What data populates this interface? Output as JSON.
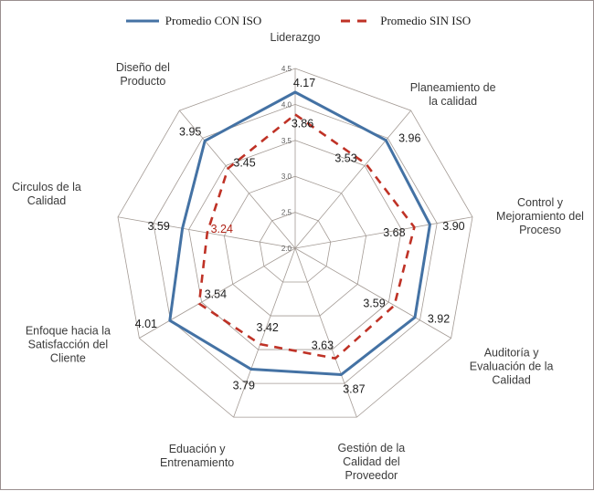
{
  "legend": {
    "entries": [
      {
        "label": "Promedio CON ISO",
        "style": "solid",
        "color": "#4472a4"
      },
      {
        "label": "Promedio SIN ISO",
        "style": "dashed",
        "color": "#bf3226"
      }
    ]
  },
  "axis_ticks": [
    "2.0",
    "2.5",
    "3.0",
    "3.5",
    "4.0",
    "4.5"
  ],
  "chart_data": {
    "type": "radar",
    "title": "",
    "categories": [
      "Liderazgo",
      "Planeamiento de la calidad",
      "Control y Mejoramiento del Proceso",
      "Auditoría y Evaluación de la Calidad",
      "Gestión de la Calidad del Proveedor",
      "Eduación y Entrenamiento",
      "Enfoque hacia la Satisfacción del Cliente",
      "Circulos de la Calidad",
      "Diseño del Producto"
    ],
    "series": [
      {
        "name": "Promedio CON ISO",
        "color": "#4472a4",
        "style": "solid",
        "values": [
          4.17,
          3.96,
          3.9,
          3.92,
          3.87,
          3.79,
          4.01,
          3.59,
          3.95
        ]
      },
      {
        "name": "Promedio SIN ISO",
        "color": "#bf3226",
        "style": "dashed",
        "values": [
          3.86,
          3.53,
          3.68,
          3.59,
          3.63,
          3.42,
          3.54,
          3.24,
          3.45
        ]
      }
    ],
    "rlim": [
      2.0,
      4.5
    ],
    "rticks": [
      2.0,
      2.5,
      3.0,
      3.5,
      4.0,
      4.5
    ],
    "grid": true,
    "legend_position": "top",
    "data_labels": {
      "con": [
        "4.17",
        "3.96",
        "3.90",
        "3.92",
        "3.87",
        "3.79",
        "4.01",
        "3.59",
        "3.95"
      ],
      "sin": [
        "3.86",
        "3.53",
        "3.68",
        "3.59",
        "3.63",
        "3.42",
        "3.54",
        "3.24",
        "3.45"
      ]
    }
  }
}
